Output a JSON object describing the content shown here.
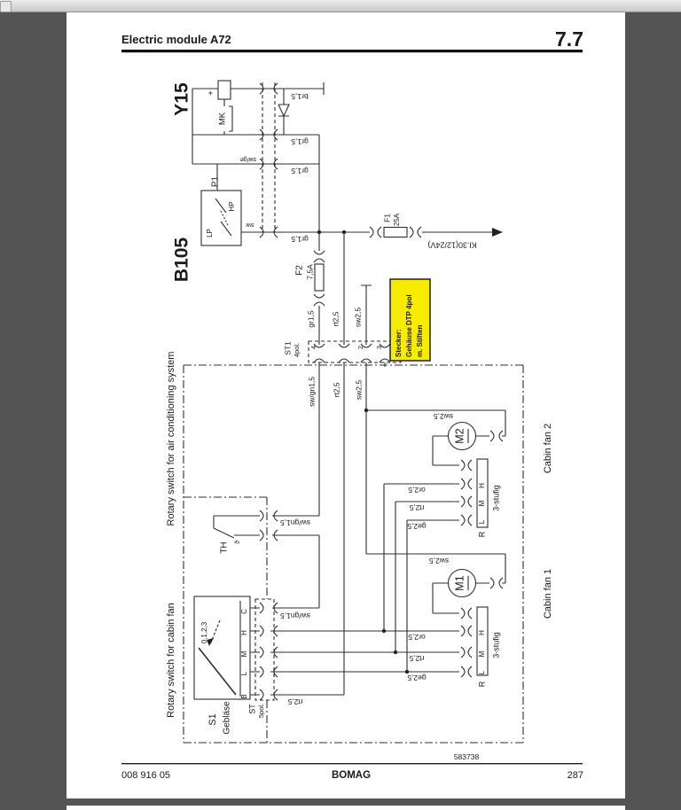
{
  "page": {
    "header": {
      "title": "Electric module A72",
      "section": "7.7"
    },
    "footer": {
      "doc_number": "008 916 05",
      "brand": "BOMAG",
      "page_number": "287"
    },
    "diagram": {
      "drawing_number": "583738",
      "labels": {
        "y15": "Y15",
        "b105": "B105",
        "mk": "MK",
        "plus": "+",
        "p1": "P1",
        "lp": "LP",
        "hp": "HP",
        "f2": "F2",
        "f2_rating": "7,5A",
        "f1": "F1",
        "f1_rating": "25A",
        "kl30": "Kl.30(12/24V)",
        "st1": "ST1",
        "st1_poles": "4pol.",
        "note": [
          "Stecker:",
          "Gehäuse DTP 4pol",
          "m. Stiften"
        ],
        "th": "TH",
        "theta": "ϑ",
        "rotary_ac": "Rotary switch for air conditioning system",
        "rotary_fan": "Rotary switch for cabin fan",
        "s1": "S1",
        "s1_name": "Gebläse",
        "s1_positions": "0,1,2,3",
        "st5": "ST",
        "st5_poles": "5pol.",
        "m1": "M1",
        "m2": "M2",
        "three_stage": "3-stufig",
        "r": "R",
        "cabin_fan_1": "Cabin fan 1",
        "cabin_fan_2": "Cabin fan 2"
      },
      "wires": {
        "br15": "br1,5",
        "gr15": "gr1,5",
        "swge": "sw/ge",
        "sw": "sw",
        "rt25": "rt2,5",
        "sw25": "sw2,5",
        "swgn15": "sw/gn1,5",
        "or25": "or2,5",
        "ge25": "ge2,5"
      },
      "pins": {
        "st1": [
          "4",
          "2",
          "3"
        ],
        "s1": [
          "C",
          "H",
          "M",
          "L",
          "B"
        ],
        "fan": [
          "H",
          "M",
          "L"
        ]
      },
      "note_color": "#f6ec00"
    }
  }
}
